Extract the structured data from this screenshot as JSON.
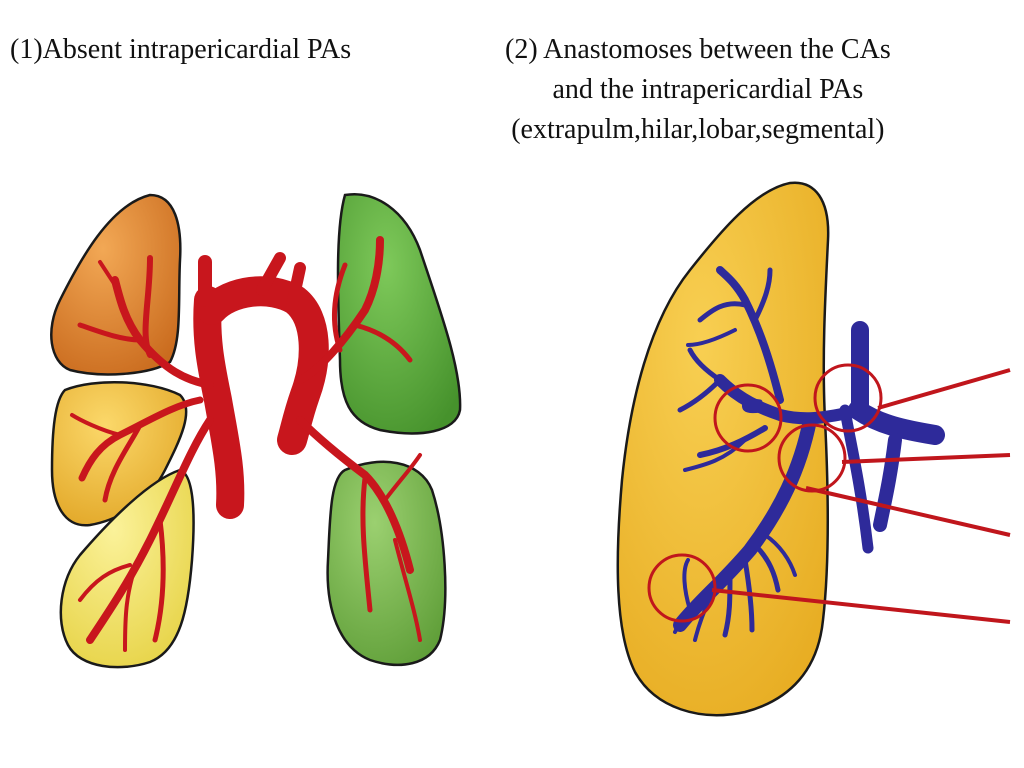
{
  "captions": {
    "left": "(1)Absent intrapericardial PAs",
    "right_line1": "(2) Anastomoses between the  CAs",
    "right_line2": "and the intrapericardial PAs",
    "right_line3": "(extrapulm,hilar,lobar,segmental)"
  },
  "colors": {
    "lobe_orange": "#d9822b",
    "lobe_gold": "#f0bd3a",
    "lobe_yellow": "#f3e567",
    "lobe_green_top": "#5fae3c",
    "lobe_green_bottom": "#7ab84c",
    "artery_red": "#c8161d",
    "vessel_blue": "#2e2a9a",
    "lung_gold": "#f2bc30",
    "circle_red": "#c0161c",
    "outline": "#1a1a1a"
  }
}
